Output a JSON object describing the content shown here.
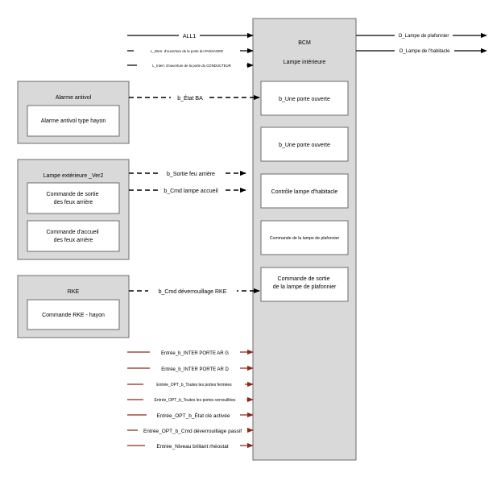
{
  "colors": {
    "block_fill": "#d9d9d9",
    "border": "#6b6b6b",
    "signal_black": "#000000",
    "signal_red": "#8b2a1c"
  },
  "bcm": {
    "title": "BCM",
    "subtitle": "Lampe intérieure",
    "functions": [
      "b_Une porte ouverte",
      "b_Une porte ouverte",
      "Contrôle lampe d'habitacle",
      "Commande de la lampe de plafonnier",
      "Commande de sortie\nde la lampe de plafonnier"
    ]
  },
  "left_blocks": {
    "alarm": {
      "title": "Alarme antivol",
      "items": [
        "Alarme antivol type hayon"
      ]
    },
    "lamp": {
      "title": "Lampe extérieure _Ver2",
      "items": [
        "Commande de sortie\ndes feux arrière",
        "Commande d'accueil\ndes feux arrière"
      ]
    },
    "rke": {
      "title": "RKE",
      "items": [
        "Commande RKE - hayon"
      ]
    }
  },
  "signals": {
    "top_inputs": [
      "ALL1",
      "L_Interr. d'ouverture de la porte du PASSAGER",
      "L_Interr. d'ouverture de la porte du CONDUCTEUR"
    ],
    "outputs": [
      "O_Lampe de plafonnier",
      "O_Lampe de l'habitacle"
    ],
    "block_links": [
      "b_État BA",
      "b_Sortie feu arrière",
      "b_Cmd lampe accueil",
      "b_Cmd déverrouillage RKE"
    ],
    "bottom_inputs": [
      "Entrée_b_INTER PORTE AR G",
      "Entrée_b_INTER PORTE AR D",
      "Entrée_OPT_b_Toutes les portes fermées",
      "Entrée_OPT_b_Toutes les portes verrouillées",
      "Entrée_OPT_b_État clé activée",
      "Entrée_OPT_b_Cmd déverrouillage passif",
      "Entrée_Niveau brillant rhéostat"
    ]
  }
}
